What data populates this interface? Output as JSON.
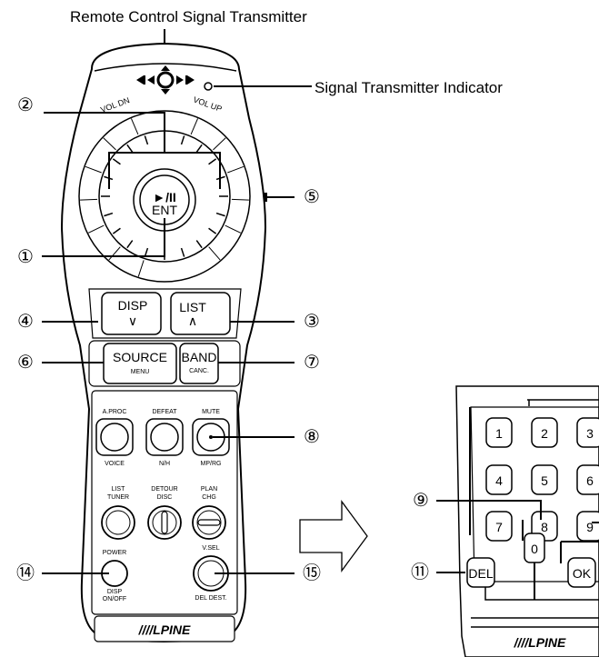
{
  "labels": {
    "transmitter": "Remote Control Signal Transmitter",
    "indicator": "Signal Transmitter Indicator"
  },
  "callouts": {
    "c1": "①",
    "c2": "②",
    "c3": "③",
    "c4": "④",
    "c5": "⑤",
    "c6": "⑥",
    "c7": "⑦",
    "c8": "⑧",
    "c9": "⑨",
    "c11": "⑪",
    "c14": "⑭",
    "c15": "⑮"
  },
  "remote": {
    "vol_dn": "VOL DN",
    "vol_up": "VOL UP",
    "play": "►/II",
    "ent": "ENT",
    "disp": "DISP",
    "disp_sub": "∨",
    "list": "LIST",
    "list_sub": "∧",
    "source": "SOURCE",
    "source_sub": "MENU",
    "band": "BAND",
    "band_sub": "CANC.",
    "aproc": "A.PROC",
    "voice": "VOICE",
    "defeat": "DEFEAT",
    "nh": "N/H",
    "mute": "MUTE",
    "mprg": "MP/RG",
    "list_tuner_1": "LIST",
    "list_tuner_2": "TUNER",
    "detour_1": "DETOUR",
    "detour_2": "DISC",
    "plan_1": "PLAN",
    "plan_2": "CHG",
    "power": "POWER",
    "power_sub1": "DISP",
    "power_sub2": "ON/OFF",
    "vsel": "V.SEL",
    "vsel_sub": "DEL DEST.",
    "brand": "////LPINE"
  },
  "keypad": {
    "k1": "1",
    "k2": "2",
    "k3": "3",
    "k4": "4",
    "k5": "5",
    "k6": "6",
    "k7": "7",
    "k8": "8",
    "k9": "9",
    "del": "DEL",
    "k0": "0",
    "ok": "OK",
    "brand": "////LPINE"
  }
}
